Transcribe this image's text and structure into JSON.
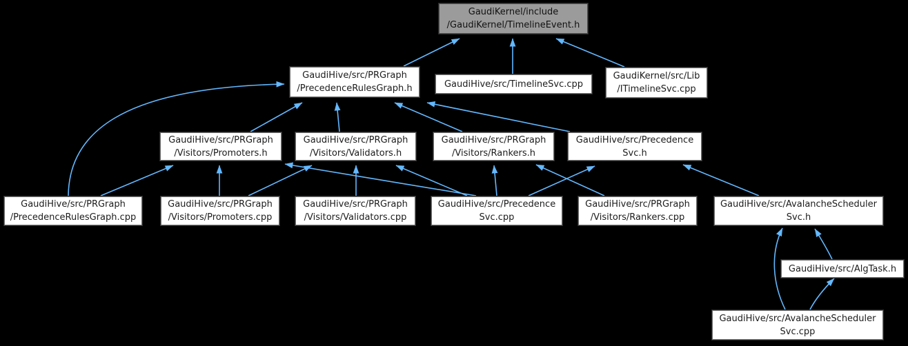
{
  "diagram": {
    "title": "Include dependency graph for GaudiKernel/include/GaudiKernel/TimelineEvent.h",
    "type": "doxygen-included-by-graph",
    "colors": {
      "background": "#000000",
      "edge": "#63b8ff",
      "node_fill": "#ffffff",
      "node_border": "#6e6e6e",
      "root_fill": "#9b9b9b",
      "root_border": "#4d4d4d",
      "text": "#1c1c1c"
    },
    "nodes": [
      {
        "id": "timeline-event-h",
        "label": "GaudiKernel/include\n/GaudiKernel/TimelineEvent.h",
        "role": "root"
      },
      {
        "id": "precedence-rules-graph-h",
        "label": "GaudiHive/src/PRGraph\n/PrecedenceRulesGraph.h"
      },
      {
        "id": "timeline-svc-cpp",
        "label": "GaudiHive/src/TimelineSvc.cpp"
      },
      {
        "id": "itimeline-svc-cpp",
        "label": "GaudiKernel/src/Lib\n/ITimelineSvc.cpp"
      },
      {
        "id": "promoters-h",
        "label": "GaudiHive/src/PRGraph\n/Visitors/Promoters.h"
      },
      {
        "id": "validators-h",
        "label": "GaudiHive/src/PRGraph\n/Visitors/Validators.h"
      },
      {
        "id": "rankers-h",
        "label": "GaudiHive/src/PRGraph\n/Visitors/Rankers.h"
      },
      {
        "id": "precedence-svc-h",
        "label": "GaudiHive/src/Precedence\nSvc.h"
      },
      {
        "id": "precedence-rules-graph-cpp",
        "label": "GaudiHive/src/PRGraph\n/PrecedenceRulesGraph.cpp"
      },
      {
        "id": "promoters-cpp",
        "label": "GaudiHive/src/PRGraph\n/Visitors/Promoters.cpp"
      },
      {
        "id": "validators-cpp",
        "label": "GaudiHive/src/PRGraph\n/Visitors/Validators.cpp"
      },
      {
        "id": "precedence-svc-cpp",
        "label": "GaudiHive/src/Precedence\nSvc.cpp"
      },
      {
        "id": "rankers-cpp",
        "label": "GaudiHive/src/PRGraph\n/Visitors/Rankers.cpp"
      },
      {
        "id": "avalanche-scheduler-svc-h",
        "label": "GaudiHive/src/AvalancheScheduler\nSvc.h"
      },
      {
        "id": "alg-task-h",
        "label": "GaudiHive/src/AlgTask.h"
      },
      {
        "id": "avalanche-scheduler-svc-cpp",
        "label": "GaudiHive/src/AvalancheScheduler\nSvc.cpp"
      }
    ],
    "edges": [
      {
        "from": "precedence-rules-graph-h",
        "to": "timeline-event-h"
      },
      {
        "from": "timeline-svc-cpp",
        "to": "timeline-event-h"
      },
      {
        "from": "itimeline-svc-cpp",
        "to": "timeline-event-h"
      },
      {
        "from": "precedence-rules-graph-cpp",
        "to": "precedence-rules-graph-h"
      },
      {
        "from": "promoters-h",
        "to": "precedence-rules-graph-h"
      },
      {
        "from": "validators-h",
        "to": "precedence-rules-graph-h"
      },
      {
        "from": "rankers-h",
        "to": "precedence-rules-graph-h"
      },
      {
        "from": "precedence-svc-h",
        "to": "precedence-rules-graph-h"
      },
      {
        "from": "precedence-rules-graph-cpp",
        "to": "promoters-h"
      },
      {
        "from": "promoters-cpp",
        "to": "promoters-h"
      },
      {
        "from": "precedence-svc-cpp",
        "to": "promoters-h"
      },
      {
        "from": "promoters-cpp",
        "to": "validators-h"
      },
      {
        "from": "validators-cpp",
        "to": "validators-h"
      },
      {
        "from": "precedence-svc-cpp",
        "to": "validators-h"
      },
      {
        "from": "precedence-svc-cpp",
        "to": "rankers-h"
      },
      {
        "from": "rankers-cpp",
        "to": "rankers-h"
      },
      {
        "from": "precedence-svc-cpp",
        "to": "precedence-svc-h"
      },
      {
        "from": "avalanche-scheduler-svc-h",
        "to": "precedence-svc-h"
      },
      {
        "from": "avalanche-scheduler-svc-cpp",
        "to": "avalanche-scheduler-svc-h"
      },
      {
        "from": "alg-task-h",
        "to": "avalanche-scheduler-svc-h"
      },
      {
        "from": "avalanche-scheduler-svc-cpp",
        "to": "alg-task-h"
      }
    ]
  }
}
